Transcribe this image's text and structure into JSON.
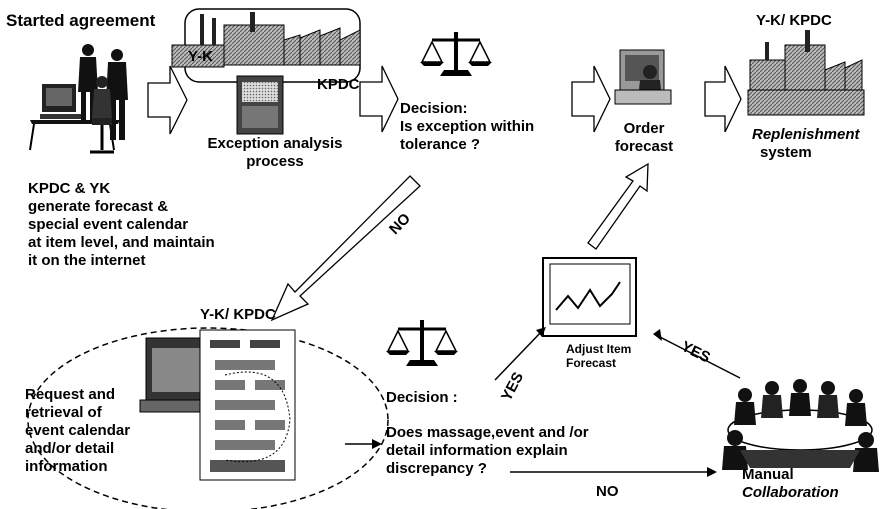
{
  "labels": {
    "started_agreement": "Started agreement",
    "yk_left": "Y-K",
    "kpdc_right": "KPDC",
    "exception_process": [
      "Exception analysis",
      "process"
    ],
    "decision1": [
      "Decision:",
      "Is exception within",
      "tolerance ?"
    ],
    "order_forecast": [
      "Order",
      "forecast"
    ],
    "yk_kpdc_top": "Y-K/ KPDC",
    "replenishment": [
      "Replenishment",
      "system"
    ],
    "kpdc_yk_text": [
      "KPDC & YK",
      "generate forecast &",
      "special event calendar",
      "at item level, and maintain",
      "it on the internet"
    ],
    "no_diag": "NO",
    "yk_kpdc_bottom": "Y-K/ KPDC",
    "adjust_forecast": [
      "Adjust Item",
      "Forecast"
    ],
    "yes_left": "YES",
    "yes_right": "YES",
    "request_text": [
      "Request and",
      "retrieval of",
      "event calendar",
      "and/or detail",
      "information"
    ],
    "decision2_title": "Decision :",
    "decision2_text": [
      "Does  massage,event and /or",
      "detail information explain",
      "discrepancy ?"
    ],
    "no_bottom": "NO",
    "manual_collab": [
      "Manual",
      "Collaboration"
    ]
  },
  "icons": {
    "computer_workers": "office-workers-at-computer-icon",
    "factory_left": "factory-icon",
    "cabinet": "server-cabinet-icon",
    "scales_top": "balance-scale-icon",
    "order_operator": "operator-at-terminal-icon",
    "factory_right": "factory-icon",
    "computer_docs": "computer-with-flowchart-documents-icon",
    "scales_bottom": "balance-scale-icon",
    "chart_board": "line-chart-board-icon",
    "meeting": "meeting-table-people-icon"
  }
}
